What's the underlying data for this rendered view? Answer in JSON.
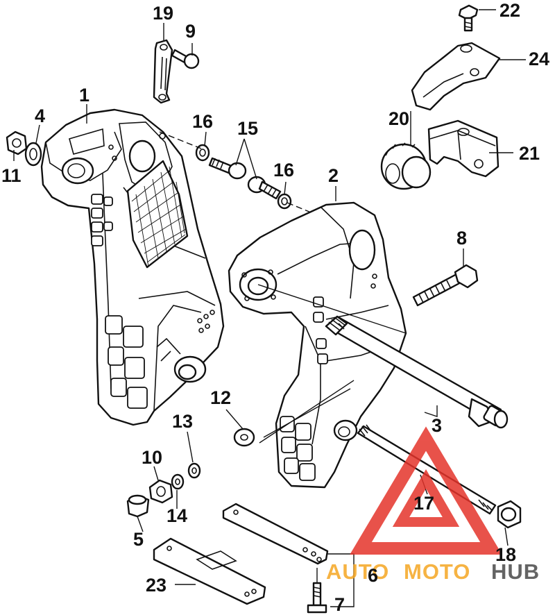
{
  "callouts": [
    {
      "id": "c1",
      "label": "1"
    },
    {
      "id": "c2",
      "label": "2"
    },
    {
      "id": "c3",
      "label": "3"
    },
    {
      "id": "c4",
      "label": "4"
    },
    {
      "id": "c5",
      "label": "5"
    },
    {
      "id": "c6",
      "label": "6"
    },
    {
      "id": "c7",
      "label": "7"
    },
    {
      "id": "c8",
      "label": "8"
    },
    {
      "id": "c9",
      "label": "9"
    },
    {
      "id": "c10",
      "label": "10"
    },
    {
      "id": "c11",
      "label": "11"
    },
    {
      "id": "c12",
      "label": "12"
    },
    {
      "id": "c13",
      "label": "13"
    },
    {
      "id": "c14",
      "label": "14"
    },
    {
      "id": "c15",
      "label": "15"
    },
    {
      "id": "c16a",
      "label": "16"
    },
    {
      "id": "c16b",
      "label": "16"
    },
    {
      "id": "c17",
      "label": "17"
    },
    {
      "id": "c18",
      "label": "18"
    },
    {
      "id": "c19",
      "label": "19"
    },
    {
      "id": "c20",
      "label": "20"
    },
    {
      "id": "c21",
      "label": "21"
    },
    {
      "id": "c22",
      "label": "22"
    },
    {
      "id": "c23",
      "label": "23"
    },
    {
      "id": "c24",
      "label": "24"
    }
  ],
  "watermark": {
    "word_auto": "AUTO",
    "word_moto": "MOTO",
    "word_hub": "HUB",
    "color_auto_moto": "#f5a623",
    "color_hub": "#4a4a4a",
    "color_triangle": "#e5342b"
  }
}
